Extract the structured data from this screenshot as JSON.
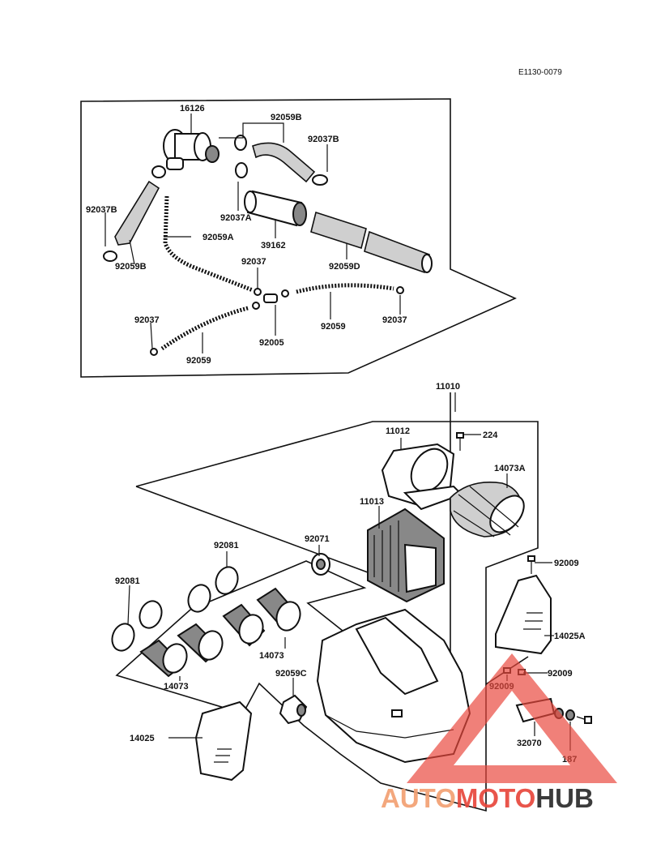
{
  "diagram_code": "E1130-0079",
  "labels": {
    "p16126": "16126",
    "p92059B_top": "92059B",
    "p92037B_right": "92037B",
    "p92037B_left": "92037B",
    "p92037A": "92037A",
    "p92059A": "92059A",
    "p39162": "39162",
    "p92059B_left": "92059B",
    "p92037_mid": "92037",
    "p92059D": "92059D",
    "p92037_left": "92037",
    "p92059_right": "92059",
    "p92037_right": "92037",
    "p92005": "92005",
    "p92059_left": "92059",
    "p11010": "11010",
    "p11012": "11012",
    "p224": "224",
    "p14073A": "14073A",
    "p11013": "11013",
    "p92071": "92071",
    "p92081_top": "92081",
    "p92081_left": "92081",
    "p92009_top": "92009",
    "p14025A": "14025A",
    "p14073_right": "14073",
    "p14073_left": "14073",
    "p92059C": "92059C",
    "p92009_mid": "92009",
    "p92009_low": "92009",
    "p14025": "14025",
    "p32070": "32070",
    "p187": "187"
  },
  "watermark": {
    "part1": "AUTO",
    "part2": "MOTO",
    "part3": "HUB",
    "color_light": "#f7c8a8",
    "color_red": "#e8473c",
    "color_dark": "#2b2b2b"
  }
}
